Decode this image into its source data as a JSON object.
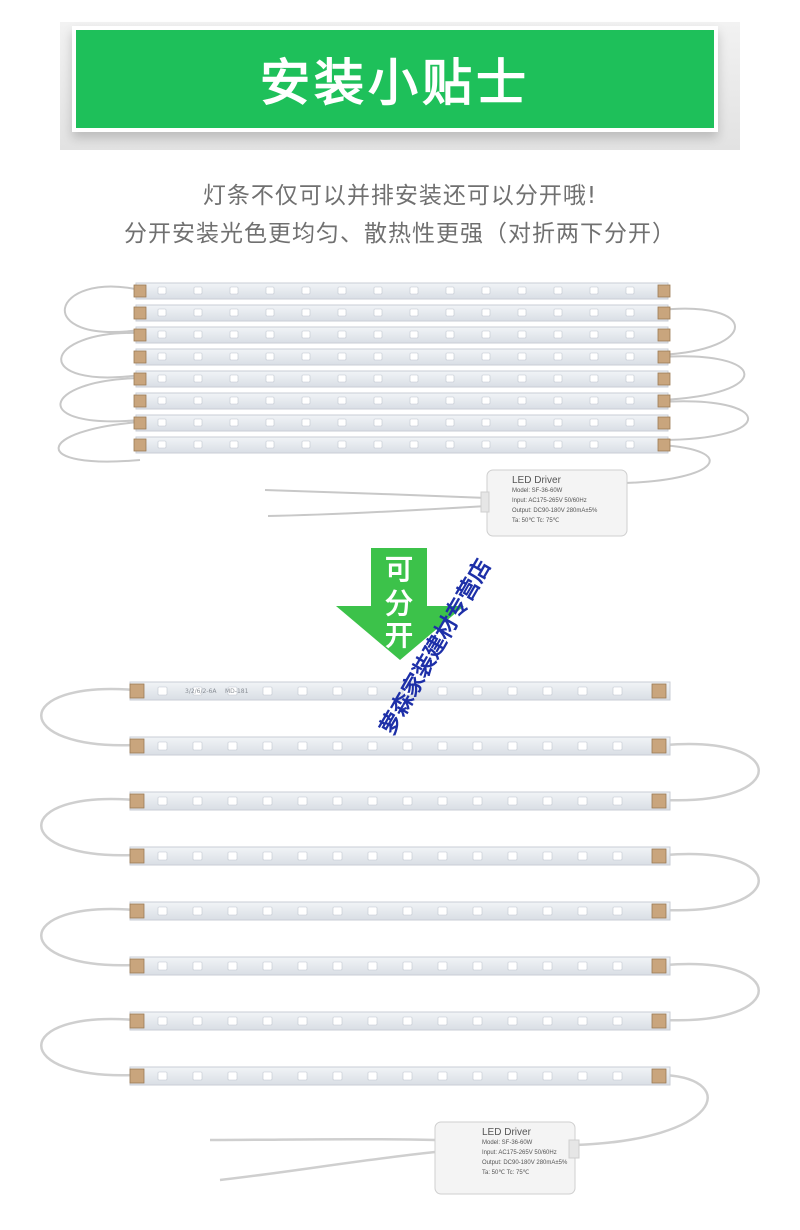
{
  "banner": {
    "title": "安装小贴士"
  },
  "subtitle": {
    "line1": "灯条不仅可以并排安装还可以分开哦!",
    "line2": "分开安装光色更均匀、散热性更强（对折两下分开）"
  },
  "arrow": {
    "char1": "可",
    "char2": "分",
    "char3": "开"
  },
  "watermark": "萝森家装建材专营店",
  "driver": {
    "title": "LED Driver",
    "spec_model": "Model: SF-36-60W",
    "spec_input": "Input: AC175-265V 50/60Hz",
    "spec_output": "Output: DC90-180V 280mA±5%",
    "spec_temp": "Ta: 50℃   Tc: 75℃"
  },
  "strip": {
    "code_left": "3/2/6/2-6A",
    "code_right": "MD-181"
  },
  "colors": {
    "banner": "#1ec05a",
    "arrow": "#3cc24a",
    "watermark": "#1d2fa8",
    "strip": "#e4e9ef"
  }
}
